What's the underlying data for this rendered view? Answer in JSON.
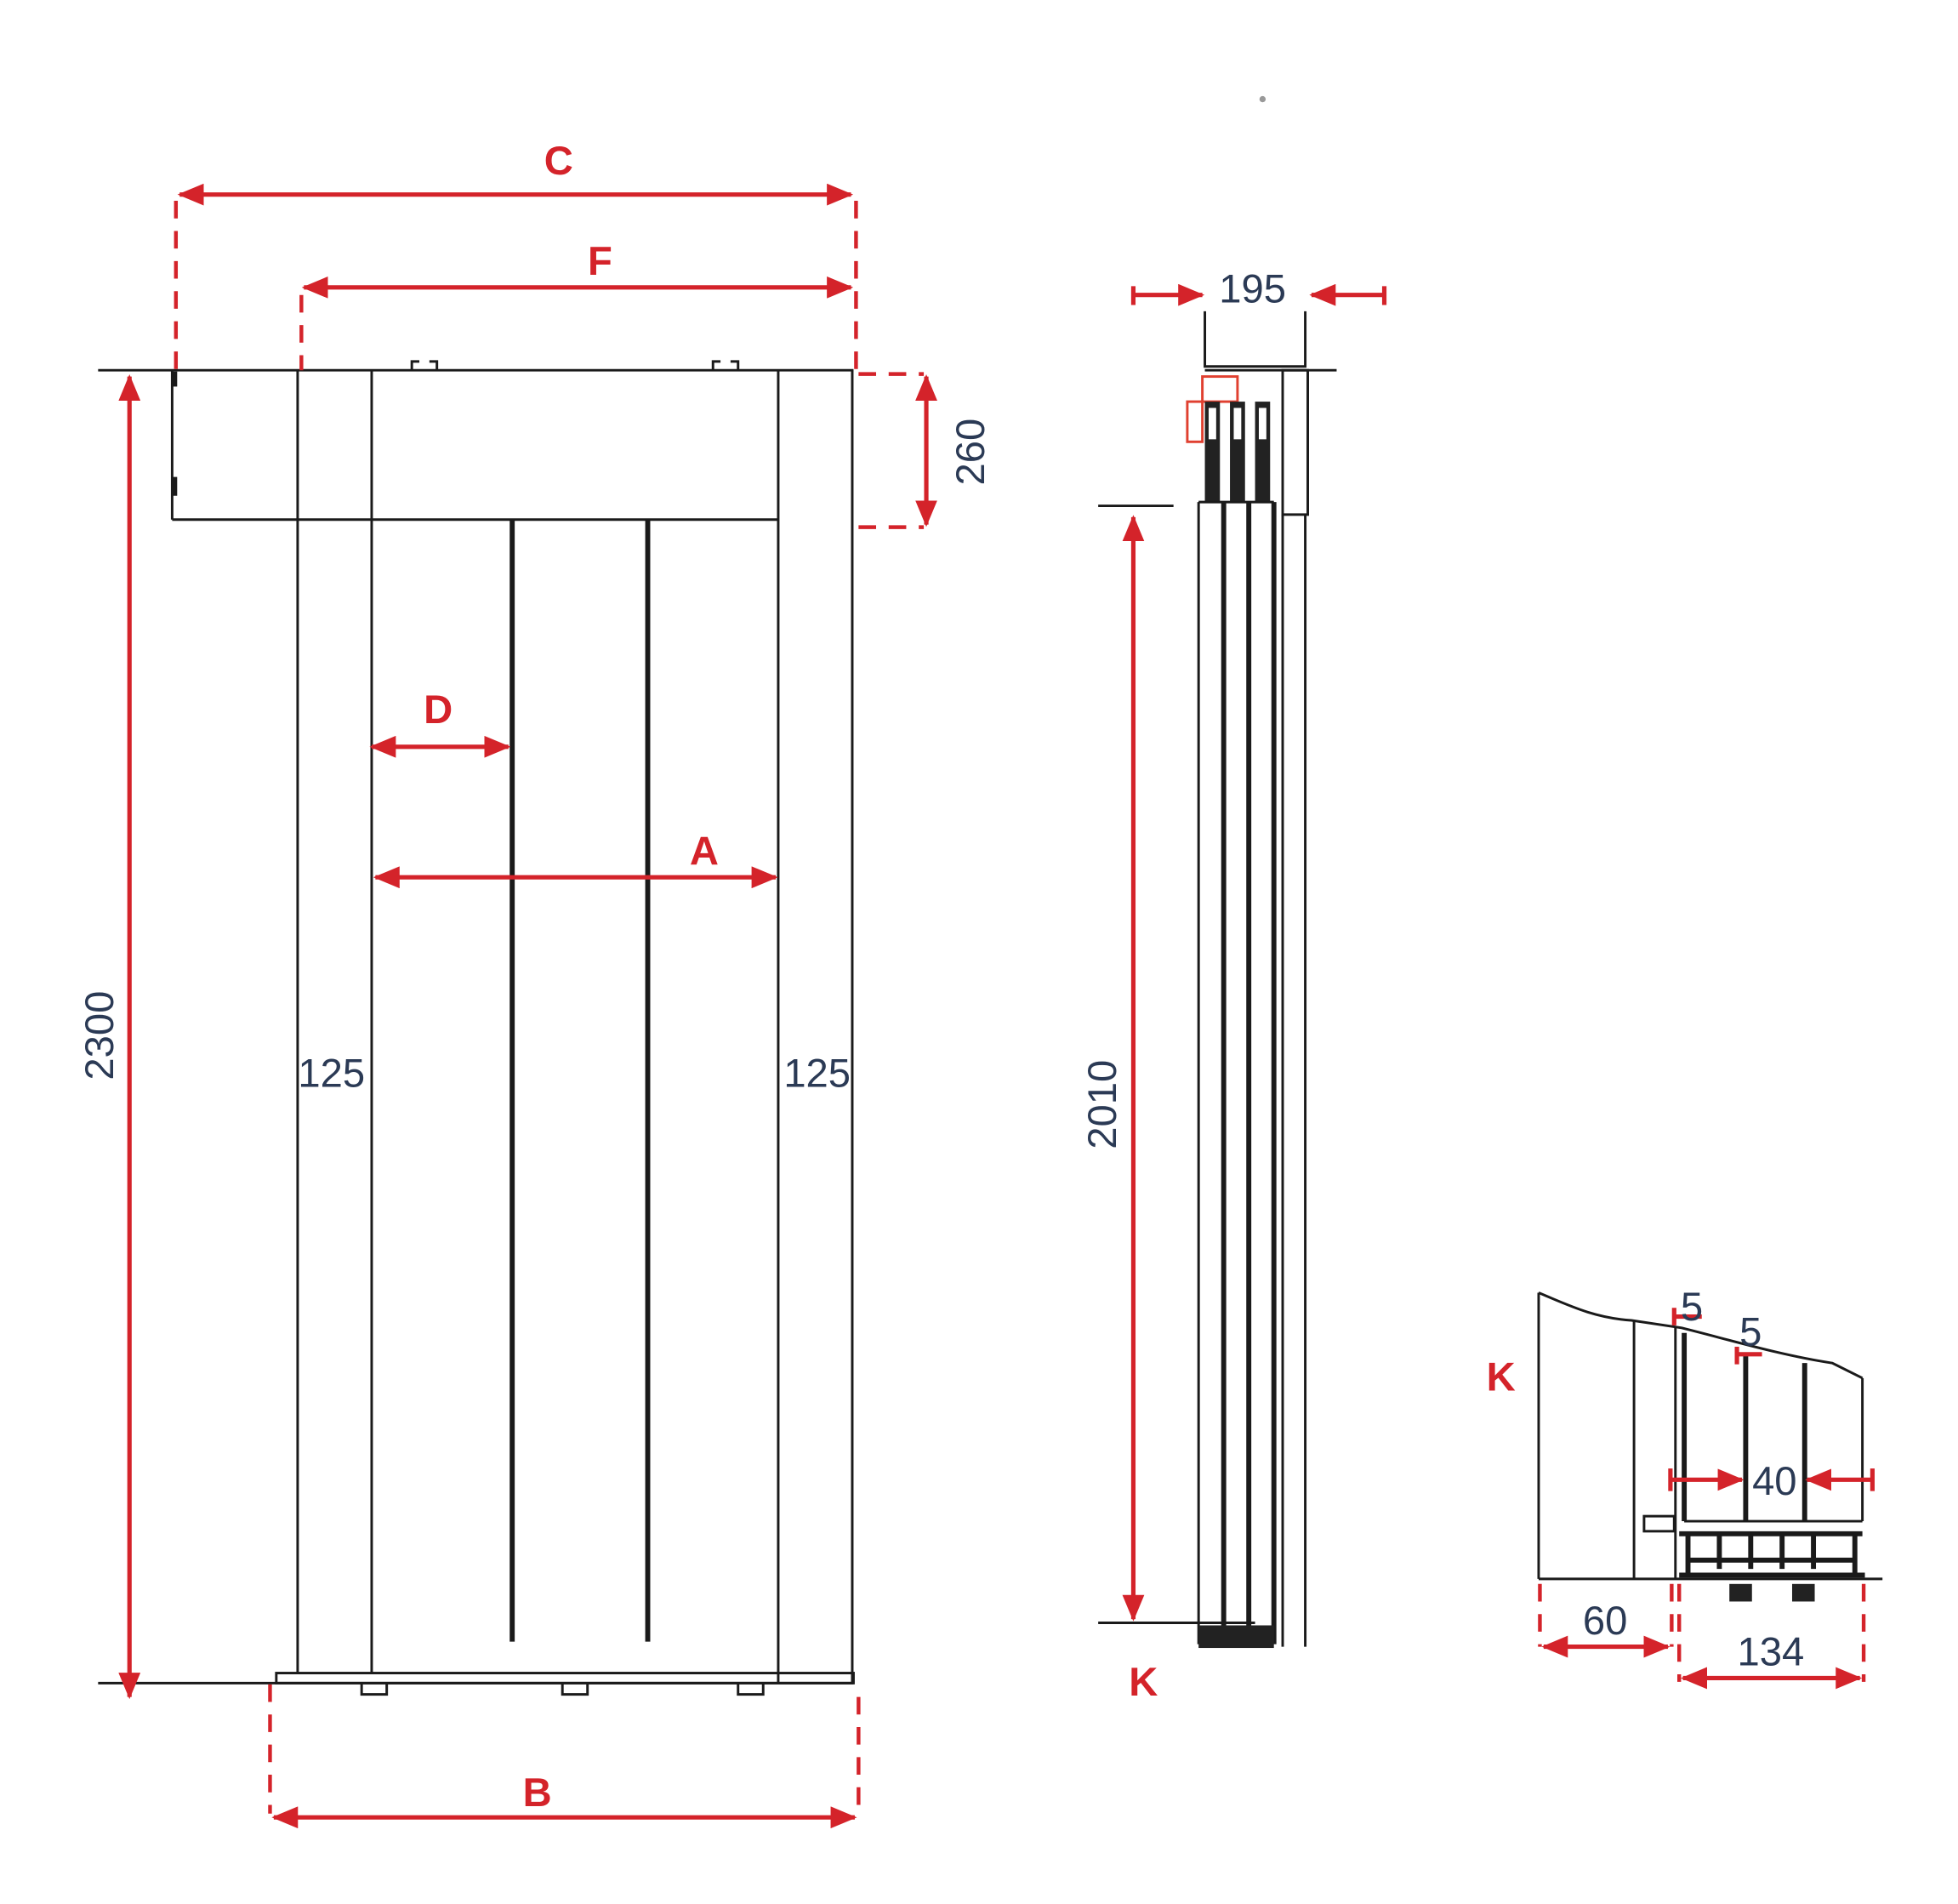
{
  "colors": {
    "dimension": "#d4232a",
    "text": "#2b3a55",
    "line": "#1a1a1a"
  },
  "front_view": {
    "labels": {
      "C": "C",
      "F": "F",
      "D": "D",
      "A": "A",
      "B": "B"
    },
    "height": "2300",
    "header_height": "260",
    "left_jamb": "125",
    "right_jamb": "125"
  },
  "side_view": {
    "depth": "195",
    "opening_height": "2010",
    "section_label": "K"
  },
  "detail_k": {
    "section_label": "K",
    "gap_1": "5",
    "gap_2": "5",
    "panel_thickness": "40",
    "offset": "60",
    "track_width": "134"
  }
}
